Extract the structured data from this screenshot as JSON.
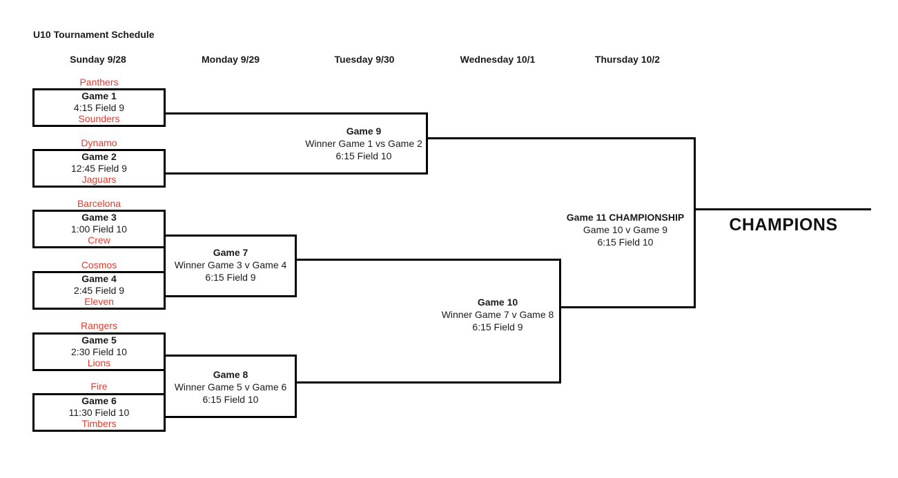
{
  "title": "U10 Tournament Schedule",
  "columns": [
    "Sunday 9/28",
    "Monday 9/29",
    "Tuesday 9/30",
    "Wednesday 10/1",
    "Thursday 10/2"
  ],
  "colors": {
    "team_red": "#e33a2e",
    "line_black": "#000000"
  },
  "round1_games": [
    {
      "top_team": "Panthers",
      "game": "Game 1",
      "time_field": "4:15 Field 9",
      "bottom_team": "Sounders"
    },
    {
      "top_team": "Dynamo",
      "game": "Game 2",
      "time_field": "12:45 Field 9",
      "bottom_team": "Jaguars"
    },
    {
      "top_team": "Barcelona",
      "game": "Game 3",
      "time_field": "1:00 Field 10",
      "bottom_team": "Crew"
    },
    {
      "top_team": "Cosmos",
      "game": "Game 4",
      "time_field": "2:45 Field 9",
      "bottom_team": "Eleven"
    },
    {
      "top_team": "Rangers",
      "game": "Game 5",
      "time_field": "2:30 Field 10",
      "bottom_team": "Lions"
    },
    {
      "top_team": "Fire",
      "game": "Game 6",
      "time_field": "11:30 Field 10",
      "bottom_team": "Timbers"
    }
  ],
  "round2_games": [
    {
      "game": "Game 9",
      "matchup": "Winner Game 1 vs Game 2",
      "time_field": "6:15 Field 10"
    },
    {
      "game": "Game 7",
      "matchup": "Winner Game 3 v Game 4",
      "time_field": "6:15 Field 9"
    },
    {
      "game": "Game 8",
      "matchup": "Winner Game 5 v Game 6",
      "time_field": "6:15 Field 10"
    }
  ],
  "semifinal": {
    "game": "Game 10",
    "matchup": "Winner Game 7 v Game 8",
    "time_field": "6:15 Field 9"
  },
  "championship": {
    "game": "Game 11 CHAMPIONSHIP",
    "matchup": "Game 10 v Game 9",
    "time_field": "6:15 Field 10"
  },
  "champion_label": "CHAMPIONS"
}
